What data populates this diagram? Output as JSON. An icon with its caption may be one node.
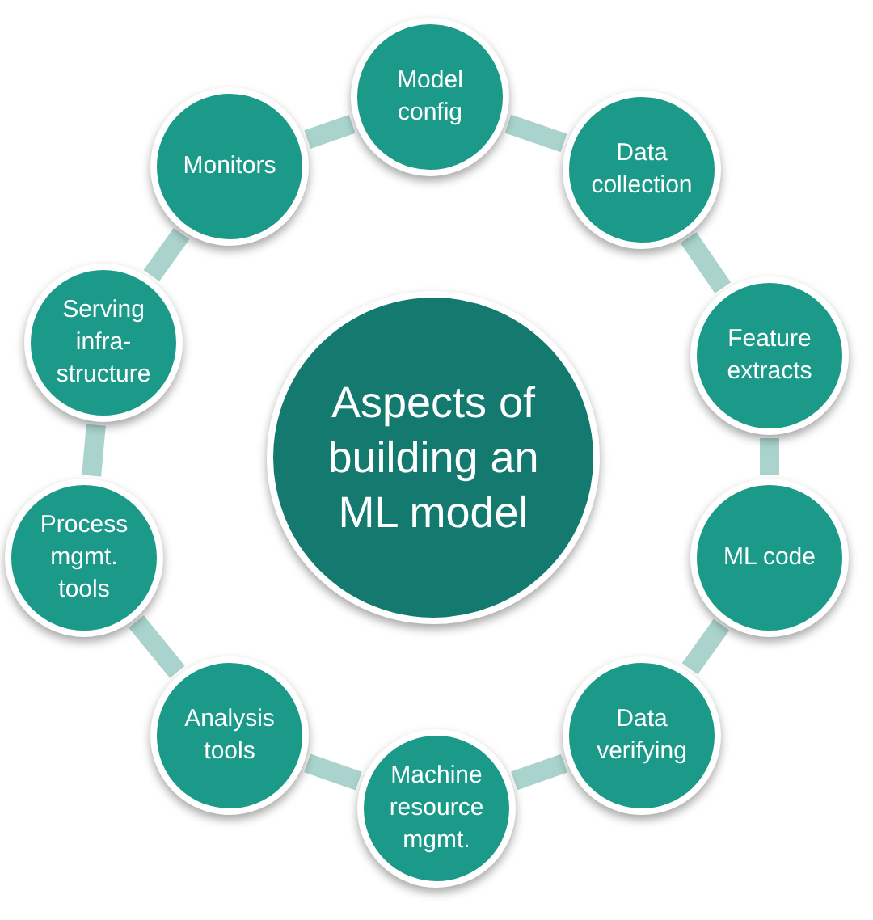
{
  "diagram": {
    "nodes": [
      {
        "text": [
          "Aspects of building an ML model"
        ]
      },
      {
        "text": [
          "Model config"
        ]
      },
      {
        "text": [
          "Data collection"
        ]
      },
      {
        "text": [
          "Feature extracts"
        ]
      },
      {
        "text": [
          "ML code"
        ]
      },
      {
        "text": [
          "Data verifying"
        ]
      },
      {
        "text": [
          "Machine resource mgmt."
        ]
      },
      {
        "text": [
          "Analysis tools"
        ]
      },
      {
        "text": [
          "Process mgmt. tools"
        ]
      },
      {
        "text": [
          "Serving infra-structure"
        ]
      },
      {
        "text": [
          "Monitors"
        ]
      }
    ],
    "edges": [
      {
        "from": 1,
        "to": 2,
        "arrow": "none"
      },
      {
        "from": 2,
        "to": 3,
        "arrow": "none"
      },
      {
        "from": 3,
        "to": 4,
        "arrow": "none"
      },
      {
        "from": 4,
        "to": 5,
        "arrow": "none"
      },
      {
        "from": 5,
        "to": 6,
        "arrow": "none"
      },
      {
        "from": 6,
        "to": 7,
        "arrow": "none"
      },
      {
        "from": 7,
        "to": 8,
        "arrow": "none"
      },
      {
        "from": 8,
        "to": 9,
        "arrow": "none"
      },
      {
        "from": 9,
        "to": 10,
        "arrow": "none"
      },
      {
        "from": 10,
        "to": 1,
        "arrow": "none"
      }
    ]
  }
}
